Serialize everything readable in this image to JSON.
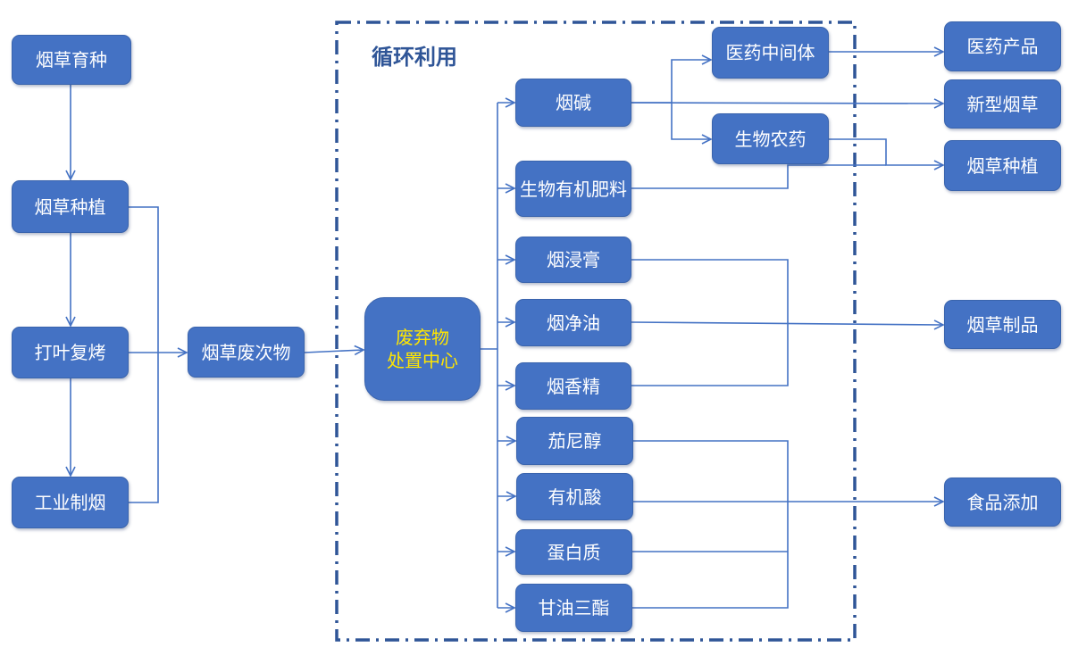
{
  "region": {
    "title": "循环利用"
  },
  "nodes": {
    "breeding": "烟草育种",
    "planting": "烟草种植",
    "redrying": "打叶复烤",
    "manufacturing": "工业制烟",
    "waste": "烟草废次物",
    "center_line1": "废弃物",
    "center_line2": "处置中心",
    "nicotine": "烟碱",
    "organic_fertilizer": "生物有机肥料",
    "tobacco_extract": "烟浸膏",
    "tobacco_oil": "烟净油",
    "tobacco_essence": "烟香精",
    "solanesol": "茄尼醇",
    "organic_acid": "有机酸",
    "protein": "蛋白质",
    "triglyceride": "甘油三酯",
    "pharma_intermediate": "医药中间体",
    "bio_pesticide": "生物农药",
    "pharma_product": "医药产品",
    "new_tobacco": "新型烟草",
    "planting_out": "烟草种植",
    "tobacco_products": "烟草制品",
    "food_additive": "食品添加"
  },
  "colors": {
    "node_fill": "#4472c4",
    "node_border": "#3a64ad",
    "node_text": "#ffffff",
    "center_text": "#ffe600",
    "line": "#4472c4",
    "dashed_border": "#2f5597"
  }
}
